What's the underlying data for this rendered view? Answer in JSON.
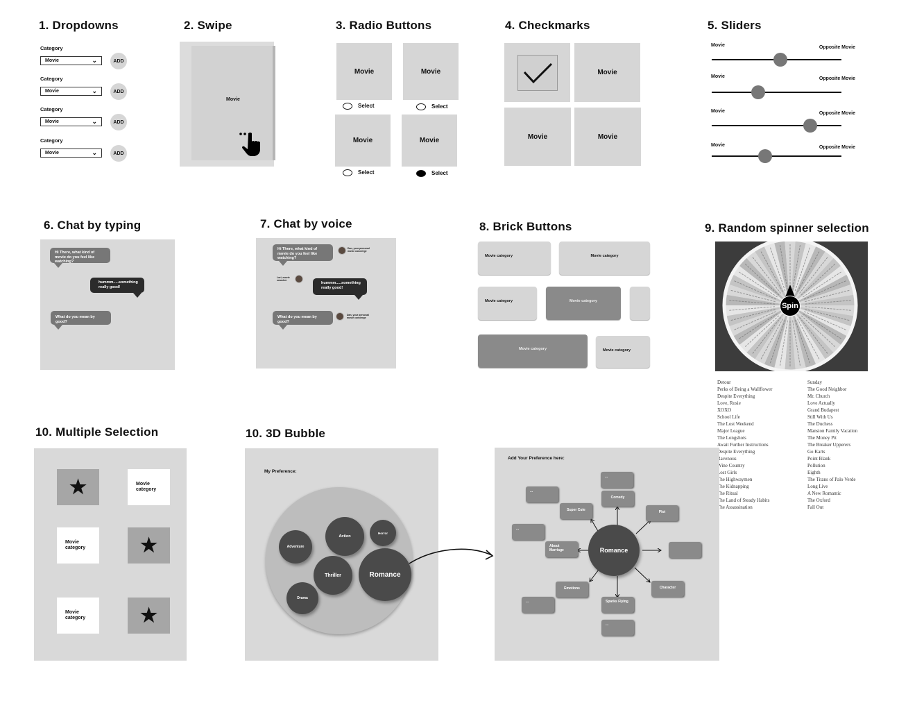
{
  "titles": {
    "s1": "1. Dropdowns",
    "s2": "2. Swipe",
    "s3": "3. Radio Buttons",
    "s4": "4. Checkmarks",
    "s5": "5. Sliders",
    "s6": "6. Chat by typing",
    "s7": "7. Chat by voice",
    "s8": "8. Brick Buttons",
    "s9": "9. Random spinner selection",
    "s10": "10. Multiple Selection",
    "s11": "10. 3D Bubble"
  },
  "dropdowns": [
    {
      "label": "Category",
      "value": "Movie",
      "button": "ADD"
    },
    {
      "label": "Category",
      "value": "Movie",
      "button": "ADD"
    },
    {
      "label": "Category",
      "value": "Movie",
      "button": "ADD"
    },
    {
      "label": "Category",
      "value": "Movie",
      "button": "ADD"
    }
  ],
  "swipe": {
    "card": "Movie"
  },
  "radios": [
    {
      "card": "Movie",
      "label": "Select",
      "checked": false
    },
    {
      "card": "Movie",
      "label": "Select",
      "checked": false
    },
    {
      "card": "Movie",
      "label": "Select",
      "checked": false
    },
    {
      "card": "Movie",
      "label": "Select",
      "checked": true
    }
  ],
  "checks": [
    {
      "card": "",
      "checked": true
    },
    {
      "card": "Movie"
    },
    {
      "card": "Movie"
    },
    {
      "card": "Movie"
    }
  ],
  "sliders": [
    {
      "left": "Movie",
      "right": "Opposite Movie",
      "value": 0.53
    },
    {
      "left": "Movie",
      "right": "Opposite Movie",
      "value": 0.36
    },
    {
      "left": "Movie",
      "right": "Opposite Movie",
      "value": 0.76
    },
    {
      "left": "Movie",
      "right": "Opposite Movie",
      "value": 0.41
    }
  ],
  "chat_typing": [
    "Hi There, what kind of movie do you feel like watching?",
    "hummm.....something really good!",
    "What do you mean by good?"
  ],
  "chat_voice": {
    "messages": [
      "Hi There, what kind of movie do you feel like watching?",
      "hummm.....something really good!",
      "What do you mean by good?"
    ],
    "dan": "Dan, your personal movie concierge",
    "lori": "Lori, movie searcher"
  },
  "bricks": [
    "Movie category",
    "Movie category",
    "Movie category",
    "Movie category",
    "",
    "Movie category",
    "Movie category"
  ],
  "spinner": {
    "button": "Spin",
    "titles": [
      "Detour",
      "Perks of Being a Wallflower",
      "Despite Everything",
      "Love, Rosie",
      "XOXO",
      "School Life",
      "The Lost Weekend",
      "Major League",
      "The Longshots",
      "Await Further Instructions",
      "Despite Everything",
      "Ravenous",
      "Wine Country",
      "Lost Girls",
      "The Highwaymen",
      "The Kidnapping",
      "The Ritual",
      "The Land of Steady Habits",
      "The Assassination",
      "Sunday",
      "The Good Neighbor",
      "Mr. Church",
      "Love Actually",
      "Grand Budapest",
      "Still With Us",
      "The Duchess",
      "Mansion Family Vacation",
      "The Money Pit",
      "The Breaker Upperers",
      "Go Karts",
      "Point Blank",
      "Pollution",
      "Eighth",
      "The Titans of Palo Verde",
      "Long Live",
      "A New Romantic",
      "The Oxford",
      "Fall Out"
    ]
  },
  "multi": [
    {
      "type": "star"
    },
    {
      "type": "text",
      "label": "Movie category"
    },
    {
      "type": "text",
      "label": "Movie category"
    },
    {
      "type": "star"
    },
    {
      "type": "text",
      "label": "Movie category"
    },
    {
      "type": "star"
    }
  ],
  "bubble3d": {
    "heading": "My Preference:",
    "bubbles": [
      "Adventure",
      "Action",
      "Horror",
      "Thriller",
      "Romance",
      "Drama"
    ]
  },
  "preference": {
    "heading": "Add Your Preference here:",
    "center": "Romance",
    "boxes": [
      "...",
      "Comedy",
      "...",
      "Super Cute",
      "Plot",
      "...",
      "About Marriage",
      "",
      "Character",
      "Emotions",
      "...",
      "Sparks Flying",
      "..."
    ]
  }
}
